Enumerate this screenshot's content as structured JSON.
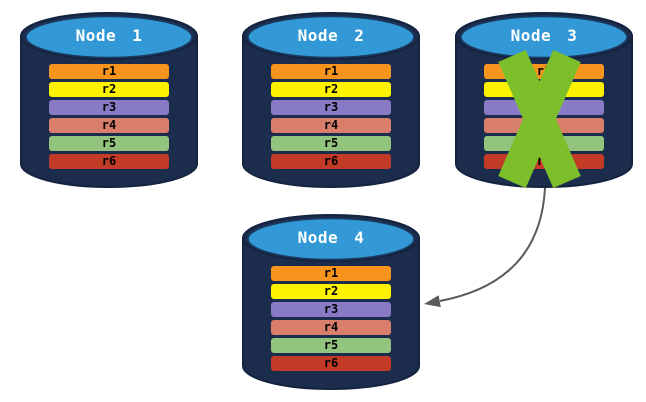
{
  "colors": {
    "background": "#FFFFFF",
    "cylinder_body": "#1C2C4D",
    "cylinder_top": "#3299D6",
    "node_title": "#FFFFFF",
    "row_label": "#000000",
    "failure_x": "#7CBF2A",
    "arrow": "#5B5B5B"
  },
  "nodes": [
    {
      "label": "Node 1",
      "rows": [
        {
          "label": "r1",
          "color": "#F7941E"
        },
        {
          "label": "r2",
          "color": "#FFF200"
        },
        {
          "label": "r3",
          "color": "#897AC5"
        },
        {
          "label": "r4",
          "color": "#D97E6B"
        },
        {
          "label": "r5",
          "color": "#93C47D"
        },
        {
          "label": "r6",
          "color": "#C13B26"
        }
      ]
    },
    {
      "label": "Node 2",
      "rows": [
        {
          "label": "r1",
          "color": "#F7941E"
        },
        {
          "label": "r2",
          "color": "#FFF200"
        },
        {
          "label": "r3",
          "color": "#897AC5"
        },
        {
          "label": "r4",
          "color": "#D97E6B"
        },
        {
          "label": "r5",
          "color": "#93C47D"
        },
        {
          "label": "r6",
          "color": "#C13B26"
        }
      ]
    },
    {
      "label": "Node 3",
      "rows": [
        {
          "label": "r1",
          "color": "#F7941E"
        },
        {
          "label": "r2",
          "color": "#FFF200"
        },
        {
          "label": "r3",
          "color": "#897AC5"
        },
        {
          "label": "r4",
          "color": "#D97E6B"
        },
        {
          "label": "r5",
          "color": "#93C47D"
        },
        {
          "label": "r6",
          "color": "#C13B26"
        }
      ]
    },
    {
      "label": "Node 4",
      "rows": [
        {
          "label": "r1",
          "color": "#F7941E"
        },
        {
          "label": "r2",
          "color": "#FFF200"
        },
        {
          "label": "r3",
          "color": "#897AC5"
        },
        {
          "label": "r4",
          "color": "#D97E6B"
        },
        {
          "label": "r5",
          "color": "#93C47D"
        },
        {
          "label": "r6",
          "color": "#C13B26"
        }
      ]
    }
  ],
  "annotations": {
    "failed_node": "Node 3",
    "arrow_from": "Node 3",
    "arrow_to": "Node 4"
  }
}
